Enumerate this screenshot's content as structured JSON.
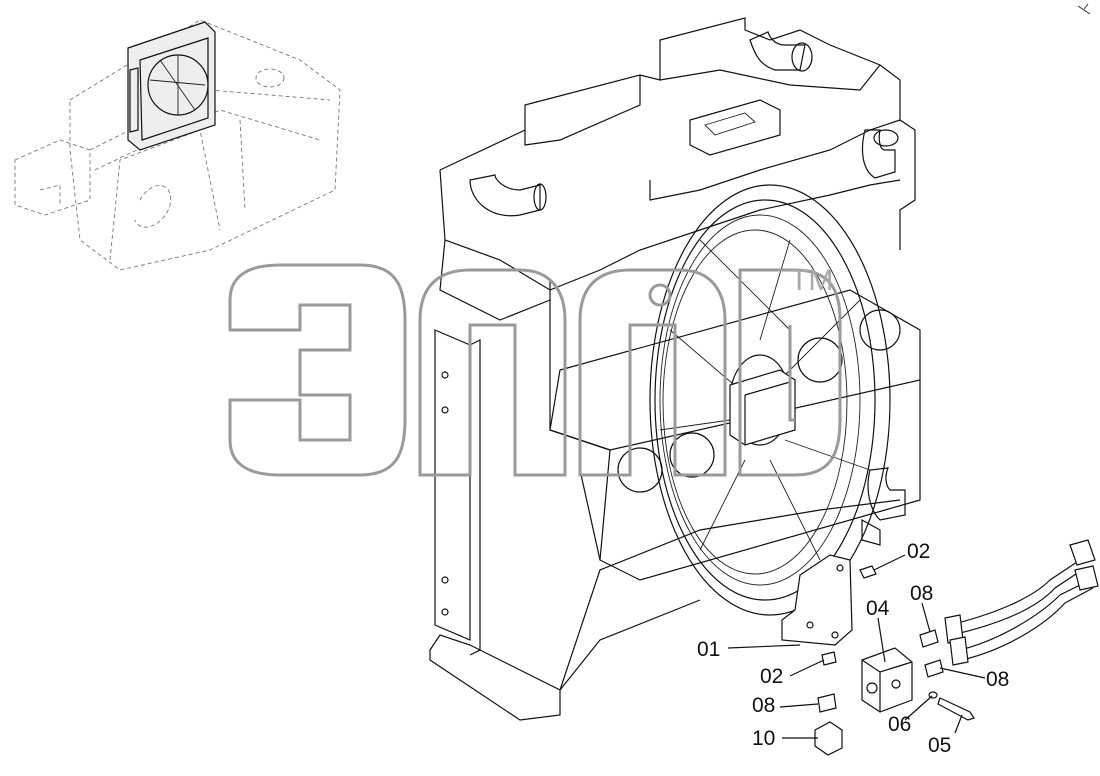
{
  "watermark": {
    "mark": "TM",
    "logo_name": "3apd-logo"
  },
  "callouts": [
    {
      "id": "c01",
      "label": "01"
    },
    {
      "id": "c02a",
      "label": "02"
    },
    {
      "id": "c02b",
      "label": "02"
    },
    {
      "id": "c04",
      "label": "04"
    },
    {
      "id": "c05",
      "label": "05"
    },
    {
      "id": "c06",
      "label": "06"
    },
    {
      "id": "c08a",
      "label": "08"
    },
    {
      "id": "c08b",
      "label": "08"
    },
    {
      "id": "c08c",
      "label": "08"
    },
    {
      "id": "c10",
      "label": "10"
    }
  ],
  "icons": {
    "corner_mark": "corner-arrow-icon",
    "inset": "machine-location-inset-icon"
  }
}
